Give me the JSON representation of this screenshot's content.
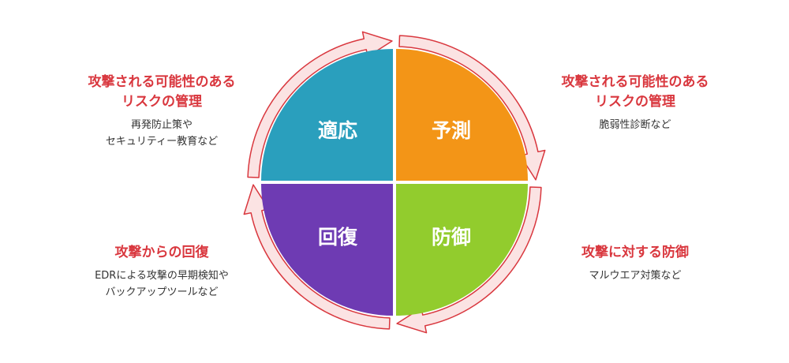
{
  "quadrants": {
    "predict": {
      "label": "予測",
      "color": "#f39517"
    },
    "defend": {
      "label": "防御",
      "color": "#92cc2d"
    },
    "recover": {
      "label": "回復",
      "color": "#6e3bb3"
    },
    "adapt": {
      "label": "適応",
      "color": "#2a9fbd"
    }
  },
  "arrow_colors": {
    "fill": "#fbe3e3",
    "stroke": "#d9373e"
  },
  "annotations": {
    "top_left": {
      "title": [
        "攻撃される可能性のある",
        "リスクの管理"
      ],
      "desc": [
        "再発防止策や",
        "セキュリティー教育など"
      ]
    },
    "top_right": {
      "title": [
        "攻撃される可能性のある",
        "リスクの管理"
      ],
      "desc": [
        "脆弱性診断など"
      ]
    },
    "bottom_left": {
      "title": [
        "攻撃からの回復"
      ],
      "desc": [
        "EDRによる攻撃の早期検知や",
        "バックアップツールなど"
      ]
    },
    "bottom_right": {
      "title": [
        "攻撃に対する防御"
      ],
      "desc": [
        "マルウエア対策など"
      ]
    },
    "title_color": "#d9373e"
  }
}
